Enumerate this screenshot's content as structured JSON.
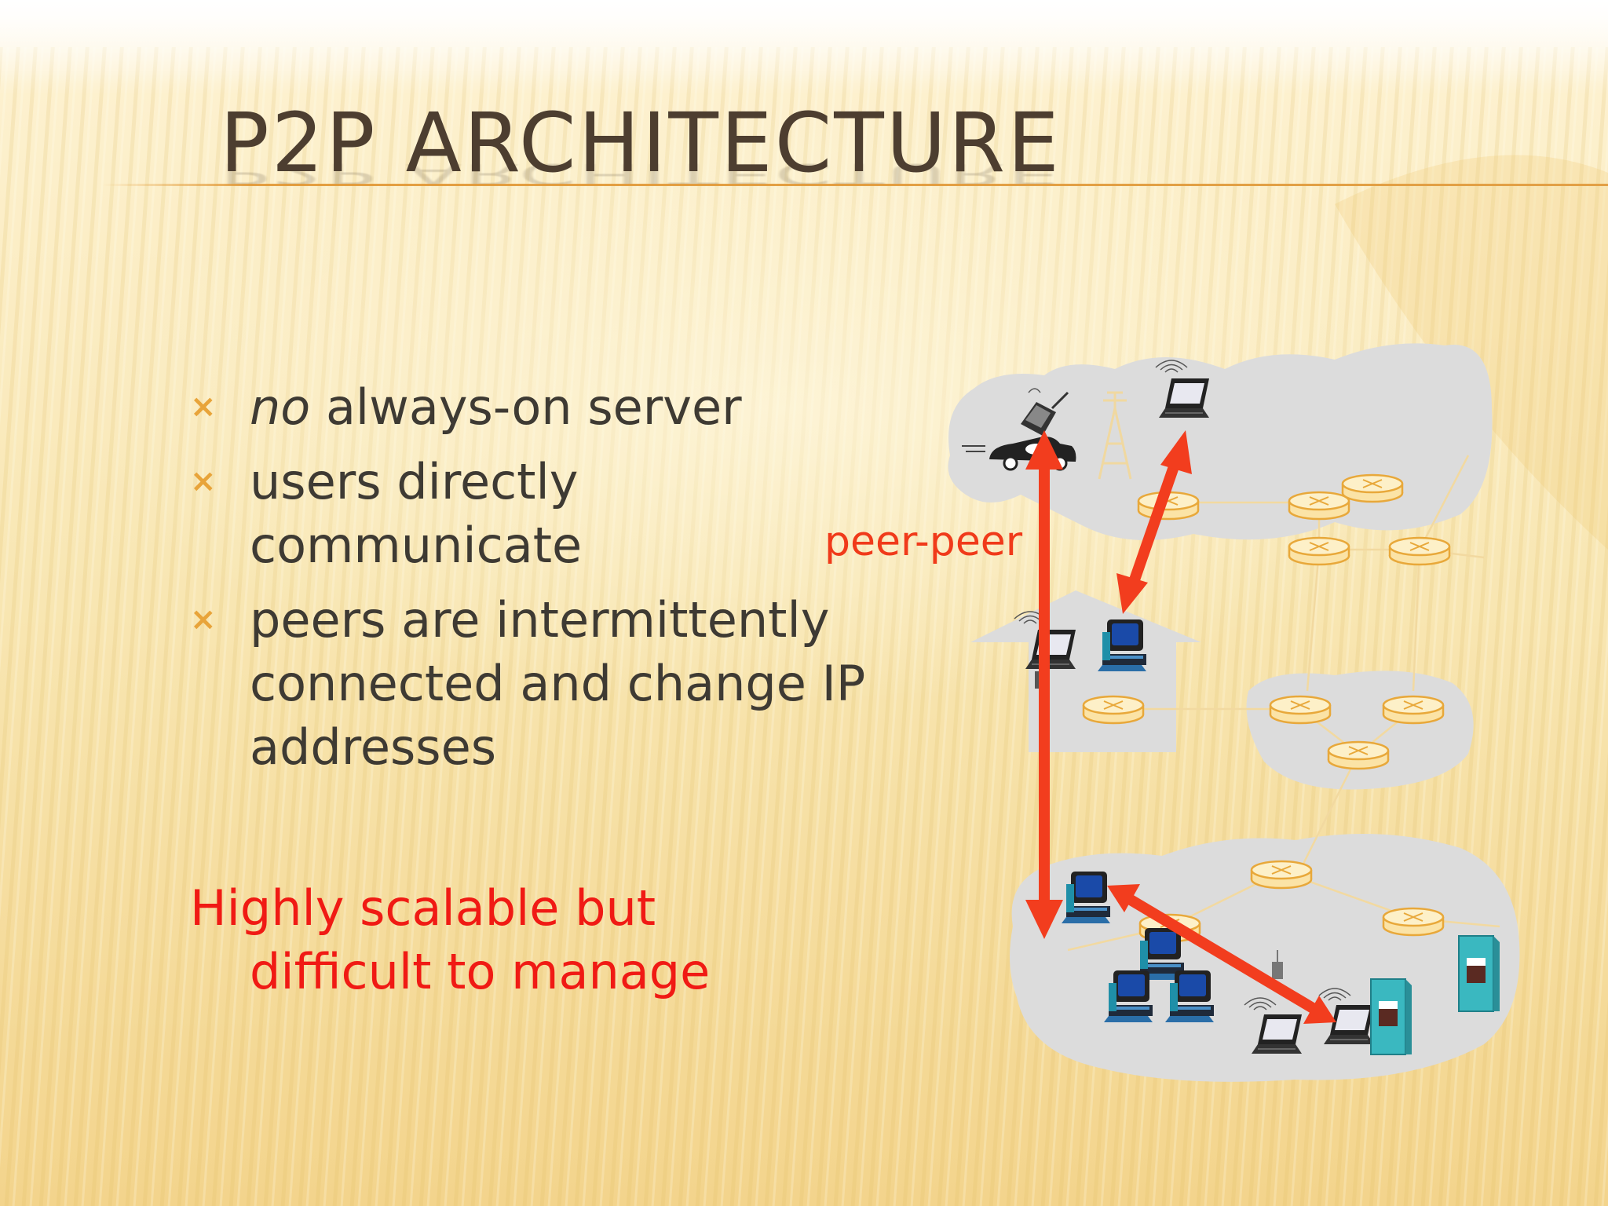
{
  "slide": {
    "title": "P2P ARCHITECTURE",
    "bullets": [
      {
        "em": "no",
        "text": " always-on server"
      },
      {
        "em": "",
        "text": "users directly communicate"
      },
      {
        "em": "",
        "text": "peers are intermittently connected and change IP addresses"
      }
    ],
    "tagline_line1": "Highly scalable but",
    "tagline_line2": "difficult to manage",
    "bullet_marker": "×"
  },
  "diagram": {
    "label": "peer-peer",
    "colors": {
      "arrow": "#f23d1e",
      "cloud": "#dcdcdc",
      "router_fill": "#fbe3a6",
      "router_stroke": "#e8a83a",
      "link": "#f2d9a0",
      "title_text": "#4d3e30",
      "accent_text": "#f01a14"
    },
    "icons": [
      "cellphone-icon",
      "car-icon",
      "cell-tower-icon",
      "laptop-icon",
      "desktop-computer-icon",
      "server-icon",
      "router-icon",
      "wireless-access-point-icon",
      "house-icon"
    ]
  }
}
